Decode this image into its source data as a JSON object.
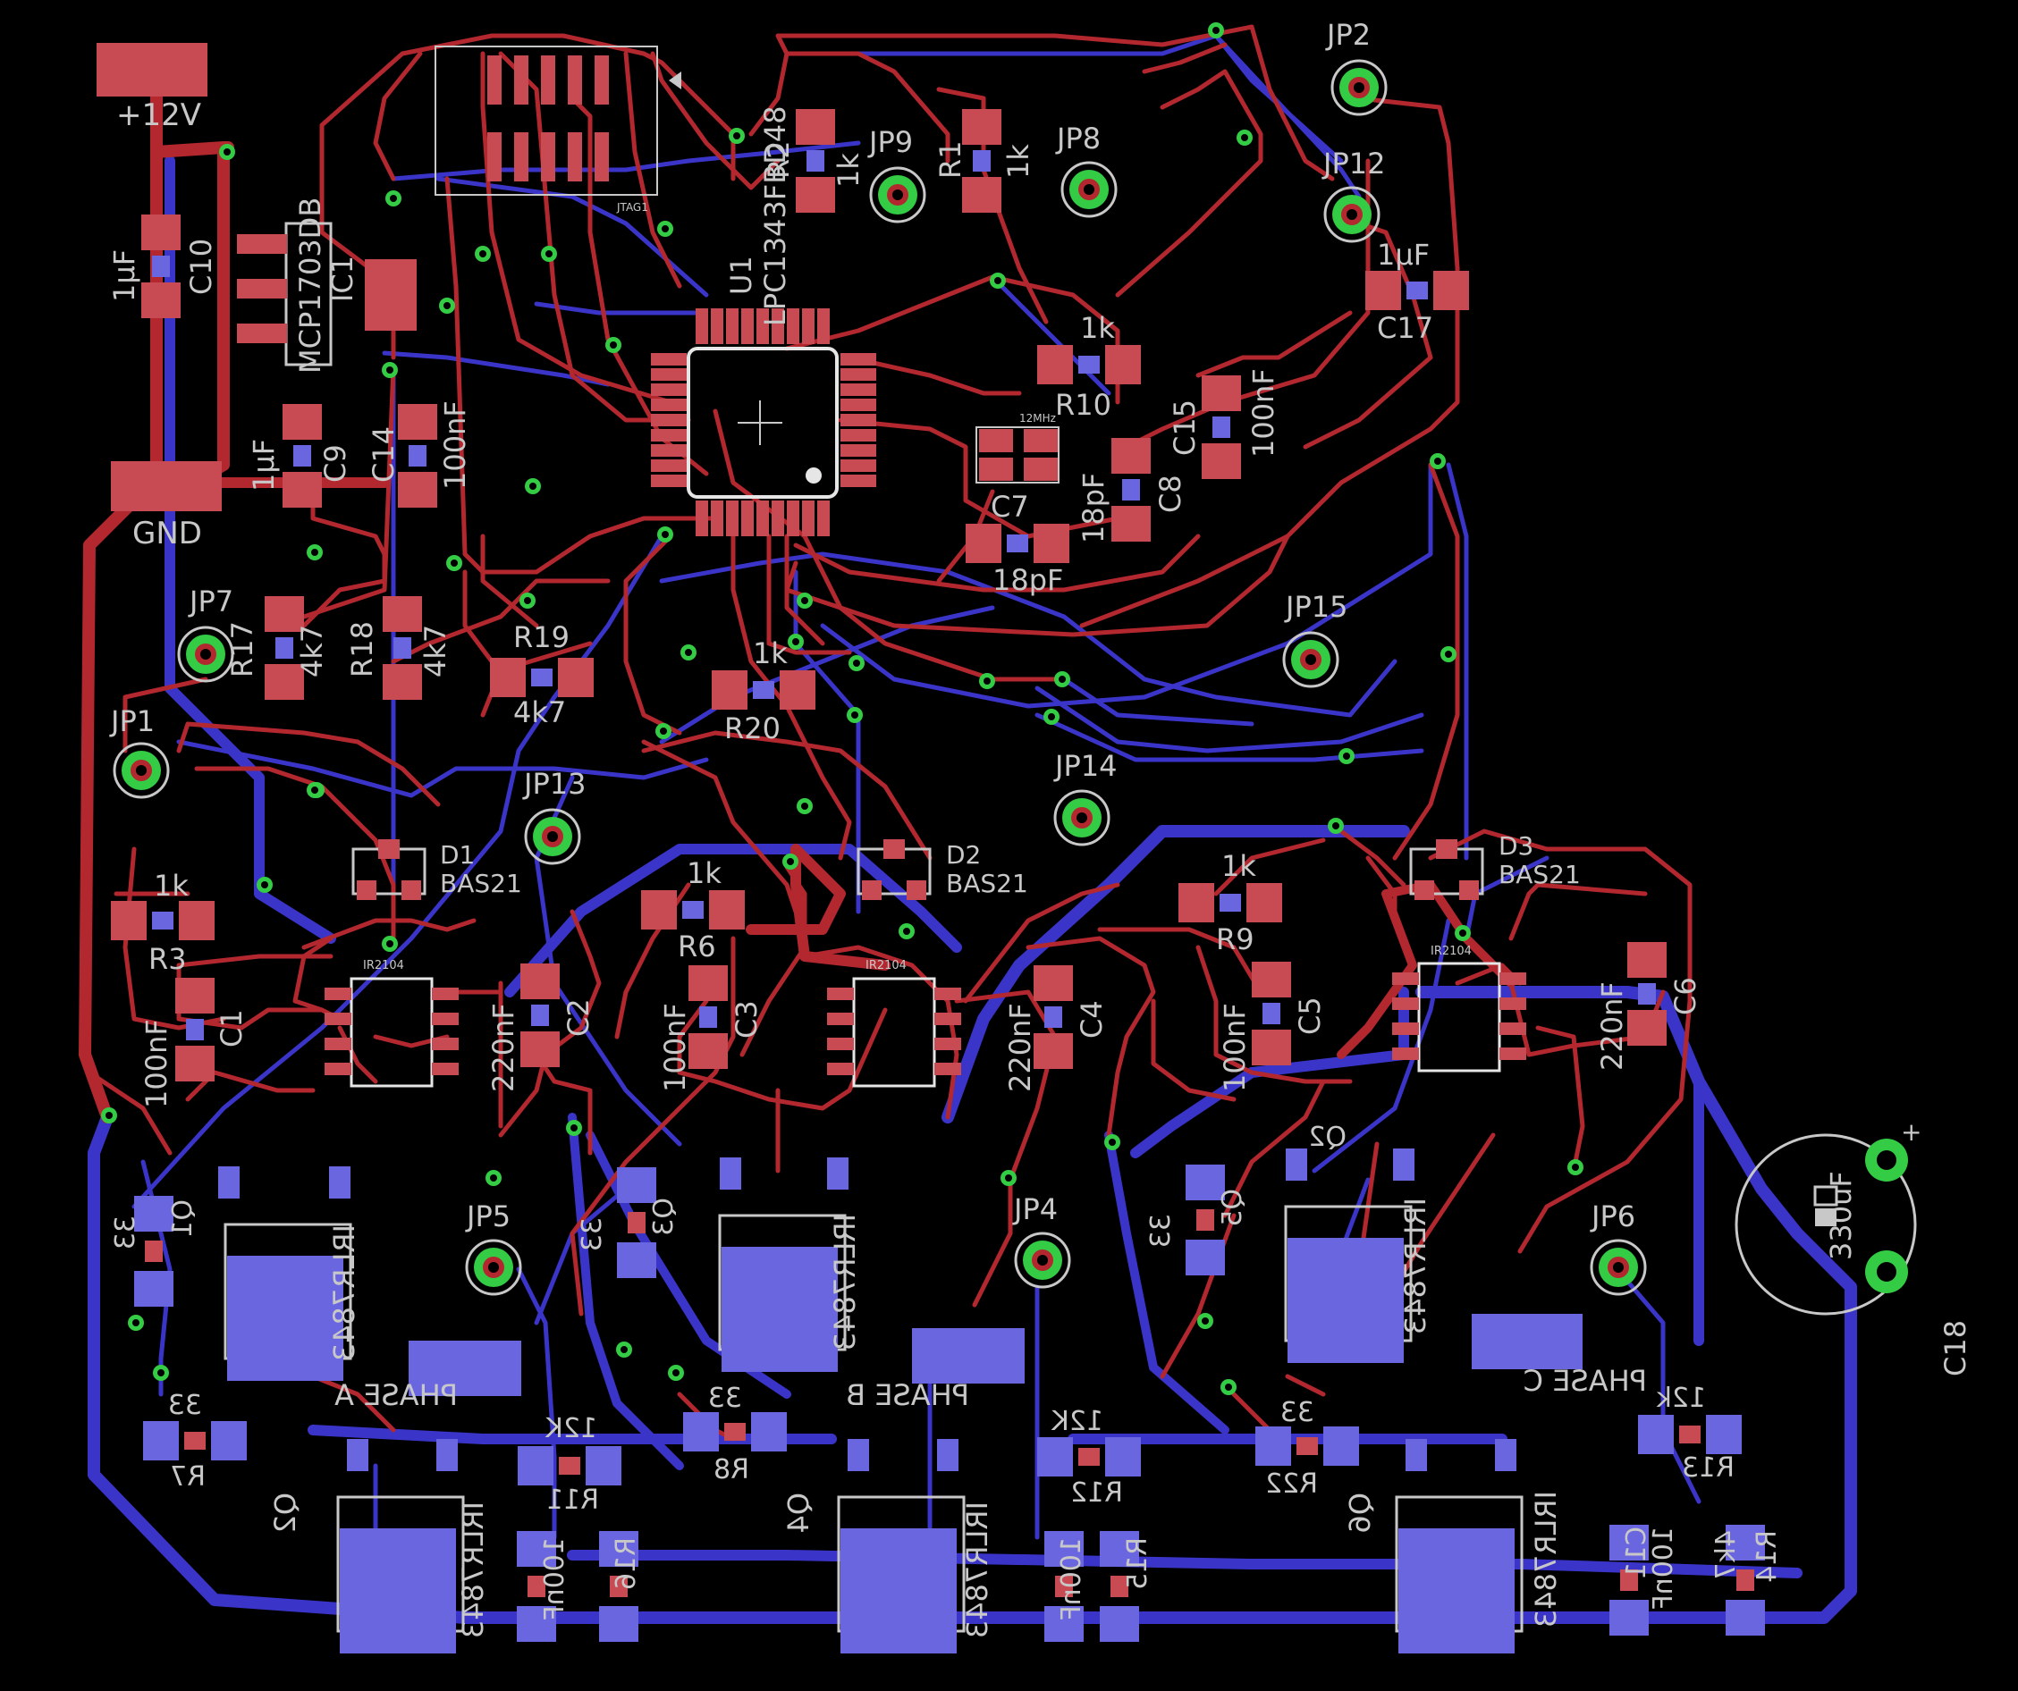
{
  "colors": {
    "background": "#000000",
    "top_copper": "#b3272f",
    "bottom_copper": "#3a35c8",
    "silkscreen": "#c8c8c8",
    "via": "#33cc44",
    "pad_top": "#c84a52",
    "pad_bottom": "#6a66e0",
    "outline": "#e6e6e6"
  },
  "power": {
    "v12": "+12V",
    "gnd": "GND"
  },
  "ic": {
    "u1_name": "U1",
    "u1_value": "LPC1343FBD48",
    "ic1_name": "IC1",
    "ic1_value": "MCP1703DB",
    "jtag": "JTAG1",
    "crystal": "12MHz"
  },
  "jumpers": [
    "JP1",
    "JP2",
    "JP4",
    "JP5",
    "JP6",
    "JP7",
    "JP8",
    "JP9",
    "JP12",
    "JP13",
    "JP14",
    "JP15"
  ],
  "resistors": {
    "R1": "R1",
    "R2": "R2",
    "R3": "R3",
    "R6": "R6",
    "R9": "R9",
    "R10": "R10",
    "R17": "R17",
    "R18": "R18",
    "R19": "R19",
    "R20": "R20",
    "k1": "1k",
    "k4": "4k7",
    "R7": "R7",
    "R8": "R8",
    "R22": "R22",
    "R11": "R11",
    "R12": "R12",
    "R13": "R13",
    "R14": "R14",
    "R15": "R15",
    "R16": "R16",
    "v33": "33",
    "v12k": "12K",
    "v12k_l": "12k"
  },
  "caps": {
    "C1": "C1",
    "C2": "C2",
    "C3": "C3",
    "C4": "C4",
    "C5": "C5",
    "C6": "C6",
    "C7": "C7",
    "C8": "C8",
    "C9": "C9",
    "C10": "C10",
    "C11": "C11",
    "C14": "C14",
    "C15": "C15",
    "C17": "C17",
    "C18": "C18",
    "uF1": "1µF",
    "nF100": "100nF",
    "nF220": "220nF",
    "pF18": "18pF",
    "uF330": "330uF",
    "nF100b": "100nF"
  },
  "diodes": {
    "D1": "D1",
    "D2": "D2",
    "D3": "D3",
    "bas": "BAS21"
  },
  "drivers": {
    "ir": "IR2104"
  },
  "mosfets": {
    "q_value": "IRLR7843",
    "Q1": "Q1",
    "Q2": "Q2",
    "Q3": "Q3",
    "Q4": "Q4",
    "Q5": "Q5",
    "Q6": "Q6"
  },
  "phases": {
    "a": "PHASE A",
    "b": "PHASE B",
    "c": "PHASE C"
  }
}
